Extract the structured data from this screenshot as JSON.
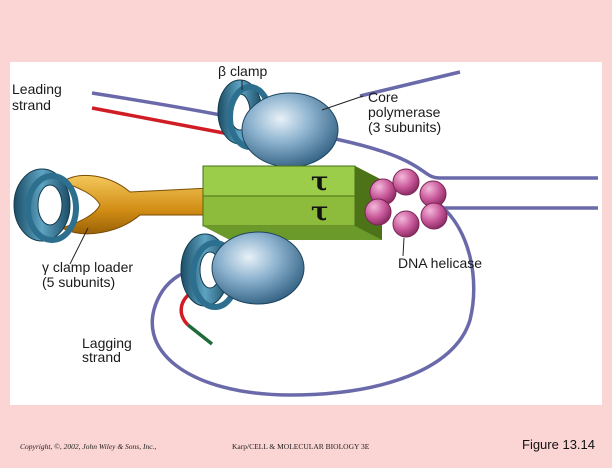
{
  "labels": {
    "leading_strand": [
      "Leading",
      "strand"
    ],
    "beta_clamp": "β clamp",
    "core_polymerase": [
      "Core",
      "polymerase",
      "(3 subunits)"
    ],
    "tau_top": "τ",
    "tau_bottom": "τ",
    "gamma_clamp_loader": [
      "γ clamp loader",
      "(5 subunits)"
    ],
    "dna_helicase": "DNA helicase",
    "lagging_strand": [
      "Lagging",
      "strand"
    ]
  },
  "footer": {
    "copyright": "Copyright, ©, 2002, John Wiley & Sons, Inc.,",
    "book": "Karp/CELL & MOLECULAR BIOLOGY 3E",
    "figure": "Figure 13.14"
  },
  "colors": {
    "background": "#fbd4d4",
    "dna_strand": "#6a6aaa",
    "leading_new": "#d01c24",
    "lagging_primer": "#1e6b3a",
    "clamp": "#2d6f8f",
    "polymerase": "#5f8fb0",
    "tau_block": "#8dbb3c",
    "clamp_loader": "#d79a24",
    "helicase": "#c8589a"
  },
  "icons": [
    "beta-clamp-icon",
    "core-polymerase-icon",
    "tau-dimer-icon",
    "clamp-loader-icon",
    "helicase-icon"
  ]
}
